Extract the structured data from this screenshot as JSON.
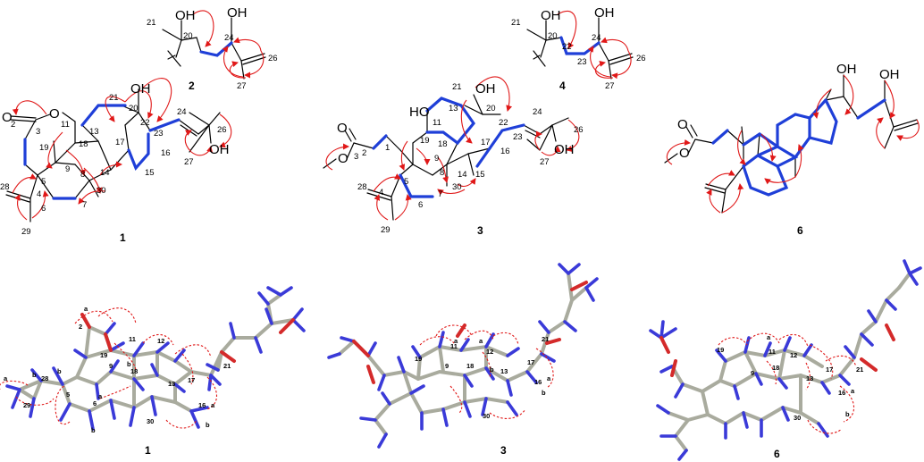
{
  "compounds": [
    {
      "key": "c1",
      "label": "1"
    },
    {
      "key": "c2",
      "label": "2"
    },
    {
      "key": "c3",
      "label": "3"
    },
    {
      "key": "c4",
      "label": "4"
    },
    {
      "key": "c6",
      "label": "6"
    }
  ],
  "models": [
    {
      "key": "m1",
      "label": "1"
    },
    {
      "key": "m3",
      "label": "3"
    },
    {
      "key": "m6",
      "label": "6"
    }
  ],
  "atoms": {
    "O": "O",
    "OH": "OH",
    "HO": "HO"
  },
  "numbering": {
    "c1": [
      "3",
      "11",
      "19",
      "18",
      "13",
      "2",
      "9",
      "8",
      "14",
      "17",
      "16",
      "15",
      "30",
      "4",
      "5",
      "28",
      "6",
      "7",
      "29",
      "21",
      "20",
      "22",
      "23",
      "24",
      "26",
      "27"
    ],
    "c2": [
      "21",
      "20",
      "24",
      "26",
      "27"
    ],
    "c3": [
      "11",
      "13",
      "19",
      "18",
      "9",
      "1",
      "2",
      "3",
      "8",
      "14",
      "15",
      "16",
      "17",
      "30",
      "28",
      "4",
      "5",
      "6",
      "7",
      "29",
      "21",
      "20",
      "22",
      "23",
      "24",
      "26",
      "27"
    ],
    "c4": [
      "21",
      "20",
      "22",
      "23",
      "24",
      "26",
      "27"
    ]
  },
  "model_labels": {
    "m1": [
      "a",
      "2",
      "11",
      "b",
      "12",
      "19",
      "9",
      "18",
      "b",
      "28",
      "a",
      "b",
      "29",
      "5",
      "13",
      "6",
      "a",
      "17",
      "21",
      "30",
      "16",
      "a",
      "b",
      "b"
    ],
    "m3": [
      "19",
      "11",
      "a",
      "a",
      "12",
      "21",
      "b",
      "9",
      "18",
      "13",
      "17",
      "16",
      "a",
      "30",
      "b"
    ],
    "m6": [
      "19",
      "a",
      "11",
      "12",
      "18",
      "13",
      "9",
      "17",
      "21",
      "16",
      "30",
      "a",
      "b"
    ]
  }
}
